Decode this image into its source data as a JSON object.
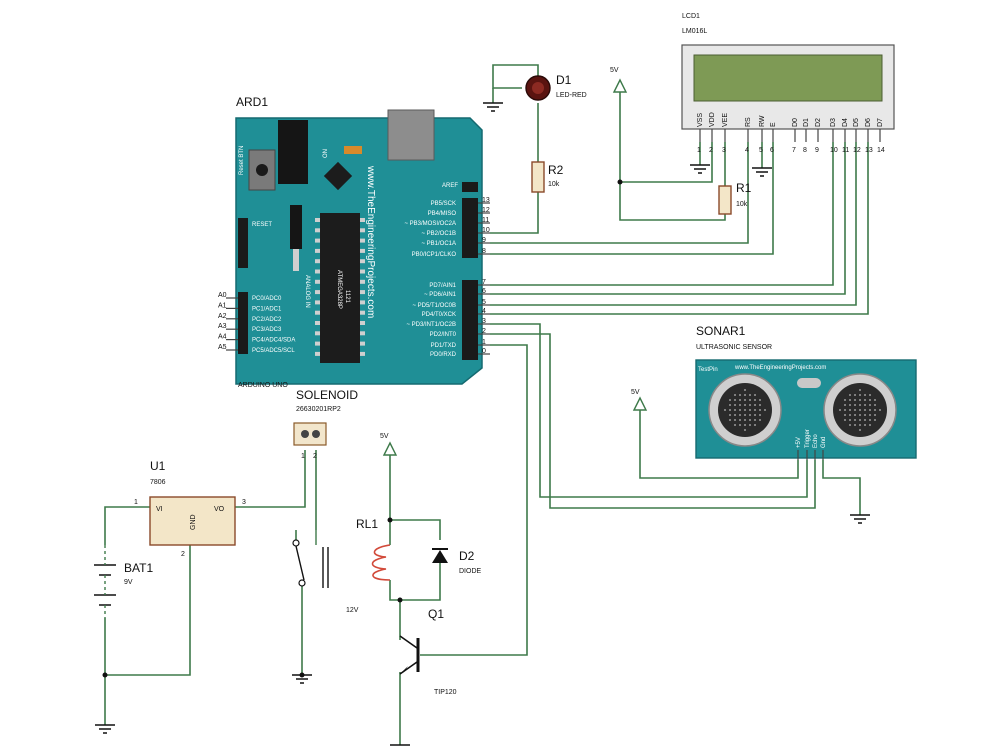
{
  "lcd": {
    "title_partial": "LCD1",
    "model": "LM016L",
    "pin_names": [
      "VSS",
      "VDD",
      "VEE",
      "RS",
      "RW",
      "E",
      "D0",
      "D1",
      "D2",
      "D3",
      "D4",
      "D5",
      "D6",
      "D7"
    ],
    "pin_numbers": [
      "1",
      "2",
      "3",
      "4",
      "5",
      "6",
      "7",
      "8",
      "9",
      "10",
      "11",
      "12",
      "13",
      "14"
    ]
  },
  "power": {
    "v5": "5V"
  },
  "led": {
    "ref": "D1",
    "value": "LED-RED"
  },
  "r2": {
    "ref": "R2",
    "value": "10k"
  },
  "r1": {
    "ref": "R1",
    "value": "10k"
  },
  "arduino": {
    "ref": "ARD1",
    "model": "ARDUINO UNO",
    "url": "www.TheEngineeringProjects.com",
    "reset_btn": "Reset BTN",
    "on": "ON",
    "reset": "RESET",
    "aref": "AREF",
    "chip_a": "ATMEGA328P",
    "chip_b": "1121",
    "regulator": "ANALOG IN",
    "digital_pins": [
      {
        "name": "PB5/SCK",
        "num": "13"
      },
      {
        "name": "PB4/MISO",
        "num": "12"
      },
      {
        "name": "~ PB3/MOSI/OC2A",
        "num": "11"
      },
      {
        "name": "~ PB2/OC1B",
        "num": "10"
      },
      {
        "name": "~ PB1/OC1A",
        "num": "9"
      },
      {
        "name": "PB0/ICP1/CLKO",
        "num": "8"
      },
      {
        "name": "PD7/AIN1",
        "num": "7"
      },
      {
        "name": "~ PD6/AIN1",
        "num": "6"
      },
      {
        "name": "~ PD5/T1/OC0B",
        "num": "5"
      },
      {
        "name": "PD4/T0/XCK",
        "num": "4"
      },
      {
        "name": "~ PD3/INT1/OC2B",
        "num": "3"
      },
      {
        "name": "PD2/INT0",
        "num": "2"
      },
      {
        "name": "PD1/TXD",
        "num": "1"
      },
      {
        "name": "PD0/RXD",
        "num": "0"
      }
    ],
    "analog_pins": [
      {
        "name": "PC0/ADC0",
        "num": "A0"
      },
      {
        "name": "PC1/ADC1",
        "num": "A1"
      },
      {
        "name": "PC2/ADC2",
        "num": "A2"
      },
      {
        "name": "PC3/ADC3",
        "num": "A3"
      },
      {
        "name": "PC4/ADC4/SDA",
        "num": "A4"
      },
      {
        "name": "PC5/ADC5/SCL",
        "num": "A5"
      }
    ]
  },
  "sonar": {
    "ref": "SONAR1",
    "value": "ULTRASONIC SENSOR",
    "url": "www.TheEngineeringProjects.com",
    "testpin": "TestPin",
    "pins": [
      "+5V",
      "Trigger",
      "Echo",
      "Gnd"
    ]
  },
  "solenoid": {
    "ref": "SOLENOID",
    "value": "26630201RP2",
    "pins": [
      "1",
      "2"
    ]
  },
  "u1": {
    "ref": "U1",
    "value": "7806",
    "vi": "VI",
    "vo": "VO",
    "gnd": "GND",
    "pin1": "1",
    "pin2": "2",
    "pin3": "3"
  },
  "bat": {
    "ref": "BAT1",
    "value": "9V"
  },
  "relay": {
    "ref": "RL1",
    "value": "12V"
  },
  "diode": {
    "ref": "D2",
    "value": "DIODE"
  },
  "q1": {
    "ref": "Q1",
    "value": "TIP120"
  }
}
